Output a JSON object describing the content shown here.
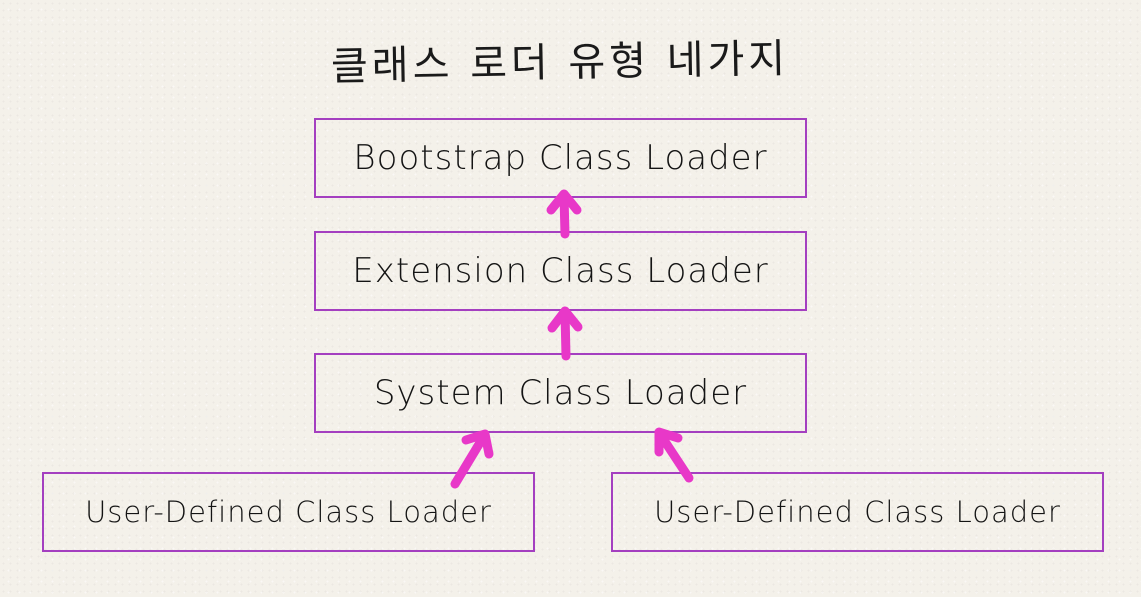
{
  "title": "클래스 로더 유형 네가지",
  "boxes": {
    "bootstrap": "Bootstrap Class Loader",
    "extension": "Extension Class Loader",
    "system": "System Class Loader",
    "user_left": "User-Defined Class Loader",
    "user_right": "User-Defined Class Loader"
  },
  "colors": {
    "box_border": "#a43fc0",
    "arrow": "#e838c8",
    "background": "#f4f1ea"
  }
}
